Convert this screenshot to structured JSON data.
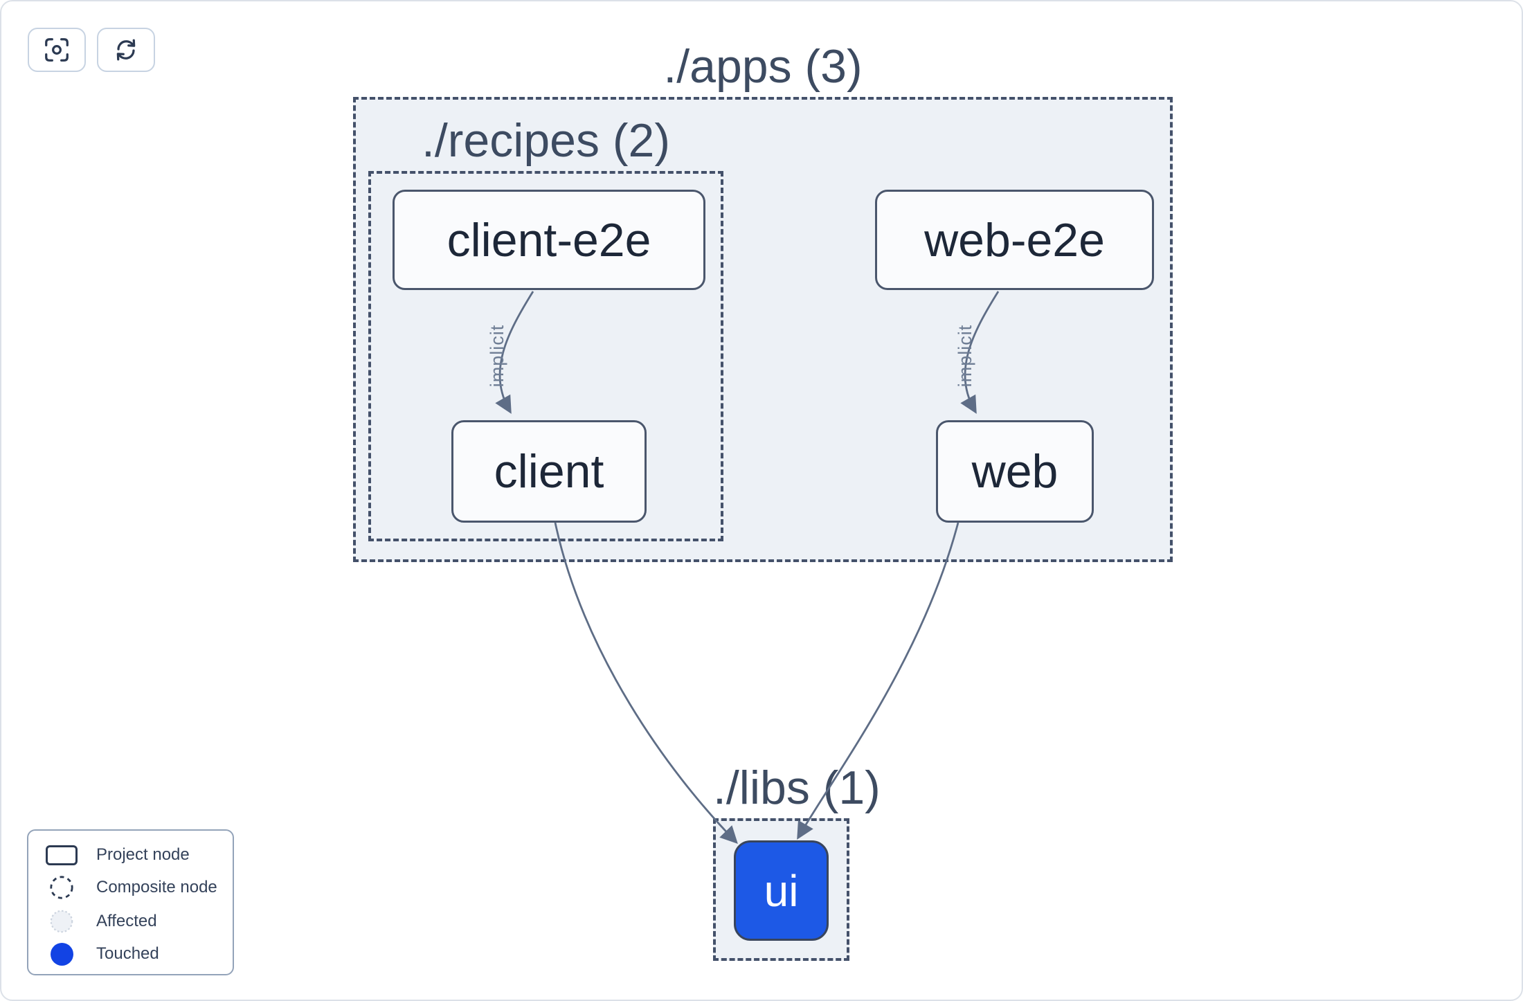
{
  "toolbar": {
    "buttons": [
      {
        "name": "focus",
        "icon": "crosshair-focus-icon"
      },
      {
        "name": "refresh",
        "icon": "refresh-cycle-icon"
      }
    ]
  },
  "graph": {
    "groups": [
      {
        "id": "apps",
        "label": "./apps (3)"
      },
      {
        "id": "recipes",
        "label": "./recipes (2)"
      },
      {
        "id": "libs",
        "label": "./libs (1)"
      }
    ],
    "nodes": [
      {
        "id": "client-e2e",
        "label": "client-e2e",
        "state": "default"
      },
      {
        "id": "web-e2e",
        "label": "web-e2e",
        "state": "default"
      },
      {
        "id": "client",
        "label": "client",
        "state": "default"
      },
      {
        "id": "web",
        "label": "web",
        "state": "default"
      },
      {
        "id": "ui",
        "label": "ui",
        "state": "touched"
      }
    ],
    "edges": [
      {
        "from": "client-e2e",
        "to": "client",
        "type": "implicit",
        "label": "implicit"
      },
      {
        "from": "web-e2e",
        "to": "web",
        "type": "implicit",
        "label": "implicit"
      },
      {
        "from": "client",
        "to": "ui",
        "type": "static",
        "label": ""
      },
      {
        "from": "web",
        "to": "ui",
        "type": "static",
        "label": ""
      }
    ]
  },
  "legend": {
    "items": [
      {
        "label": "Project node",
        "icon": "project-node-icon"
      },
      {
        "label": "Composite node",
        "icon": "composite-node-icon"
      },
      {
        "label": "Affected",
        "icon": "affected-icon"
      },
      {
        "label": "Touched",
        "icon": "touched-icon"
      }
    ]
  },
  "colors": {
    "container_fill": "#edf1f6",
    "dashed_border": "#44516a",
    "node_border": "#4a566c",
    "node_fill": "#fafbfd",
    "node_text": "#1d2738",
    "group_label_text": "#3d4b61",
    "edge": "#5e6d86",
    "edge_label": "#6e7d94",
    "touched_node_fill": "#1d59e6",
    "touched_legend_dot": "#1243e4",
    "affected_fill": "#eef1f6"
  }
}
